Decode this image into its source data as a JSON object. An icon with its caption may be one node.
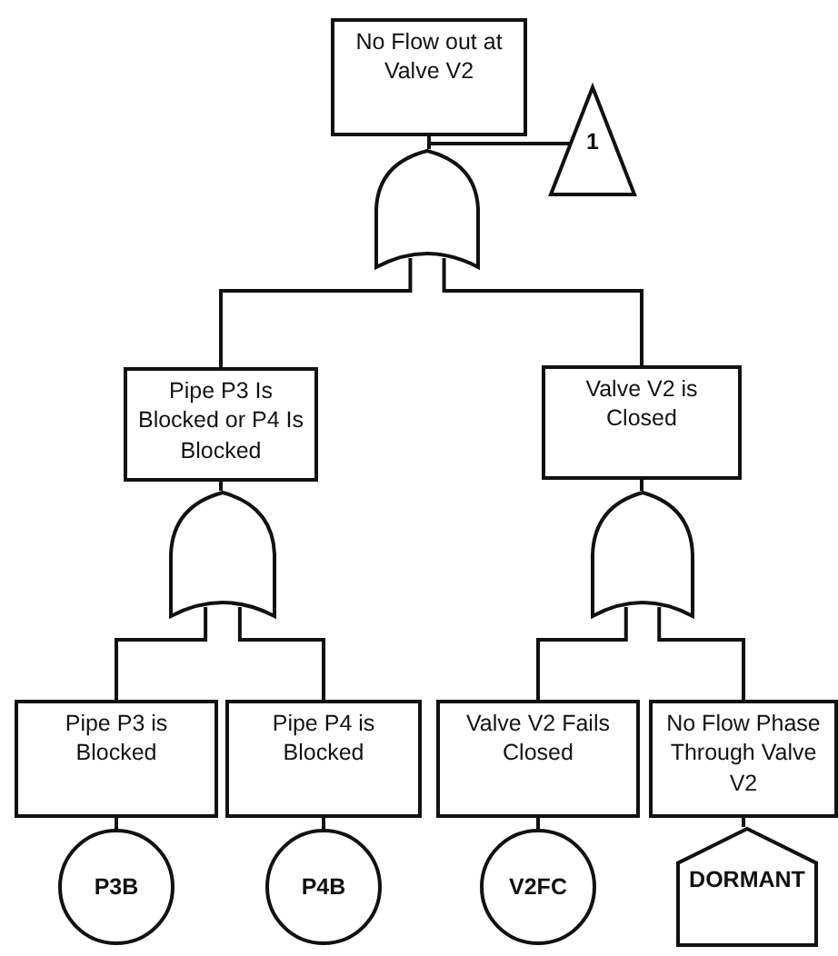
{
  "diagram": {
    "nodes": [
      {
        "text": [
          "No Flow out at Valve V2"
        ]
      },
      {
        "text": [
          "1"
        ]
      },
      {
        "text": [],
        "shape": "gate"
      },
      {
        "text": [
          "Pipe P3 Is Blocked or P4 Is Blocked"
        ]
      },
      {
        "text": [
          "Valve V2 is Closed"
        ]
      },
      {
        "text": [],
        "shape": "gate"
      },
      {
        "text": [],
        "shape": "gate"
      },
      {
        "text": [
          "Pipe P3 is Blocked"
        ]
      },
      {
        "text": [
          "Pipe P4 is Blocked"
        ]
      },
      {
        "text": [
          "Valve V2 Fails Closed"
        ]
      },
      {
        "text": [
          "No Flow Phase Through Valve V2"
        ]
      },
      {
        "text": [
          "P3B"
        ]
      },
      {
        "text": [
          "P4B"
        ]
      },
      {
        "text": [
          "V2FC"
        ]
      },
      {
        "text": [
          "DORMANT"
        ]
      }
    ],
    "edges": [
      {
        "from": 0,
        "to": 2,
        "arrow": "none"
      },
      {
        "from": 0,
        "to": 1,
        "arrow": "none"
      },
      {
        "from": 2,
        "to": 3,
        "arrow": "none"
      },
      {
        "from": 2,
        "to": 4,
        "arrow": "none"
      },
      {
        "from": 3,
        "to": 5,
        "arrow": "none"
      },
      {
        "from": 4,
        "to": 6,
        "arrow": "none"
      },
      {
        "from": 5,
        "to": 7,
        "arrow": "none"
      },
      {
        "from": 5,
        "to": 8,
        "arrow": "none"
      },
      {
        "from": 6,
        "to": 9,
        "arrow": "none"
      },
      {
        "from": 6,
        "to": 10,
        "arrow": "none"
      },
      {
        "from": 7,
        "to": 11,
        "arrow": "none"
      },
      {
        "from": 8,
        "to": 12,
        "arrow": "none"
      },
      {
        "from": 9,
        "to": 13,
        "arrow": "none"
      },
      {
        "from": 10,
        "to": 14,
        "arrow": "none"
      }
    ]
  }
}
